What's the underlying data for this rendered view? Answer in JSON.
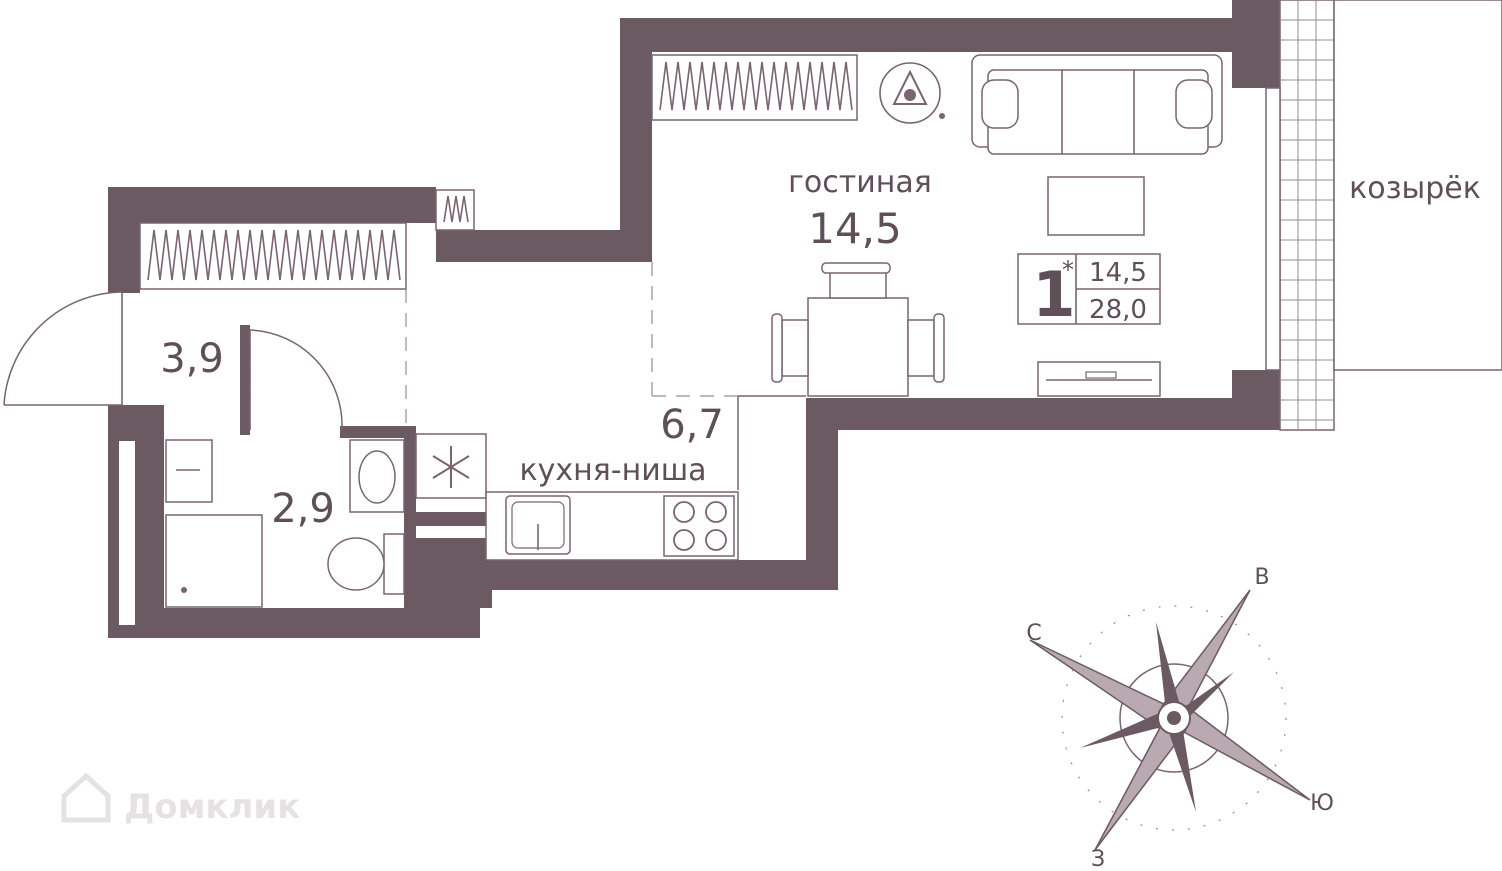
{
  "rooms": {
    "living": {
      "name": "гостиная",
      "area": "14,5"
    },
    "hall": {
      "area": "3,9"
    },
    "bath": {
      "area": "2,9"
    },
    "kitchen": {
      "name": "кухня-ниша",
      "area": "6,7"
    }
  },
  "canopy": "козырёк",
  "badge": {
    "rooms": "1",
    "star": "*",
    "living_area": "14,5",
    "total_area": "28,0"
  },
  "compass": {
    "north": "С",
    "east": "В",
    "south": "Ю",
    "west": "З"
  },
  "watermark": "Домклик",
  "colors": {
    "wall": "#6c5a63",
    "line": "#7a6470",
    "text": "#5f4f58"
  }
}
